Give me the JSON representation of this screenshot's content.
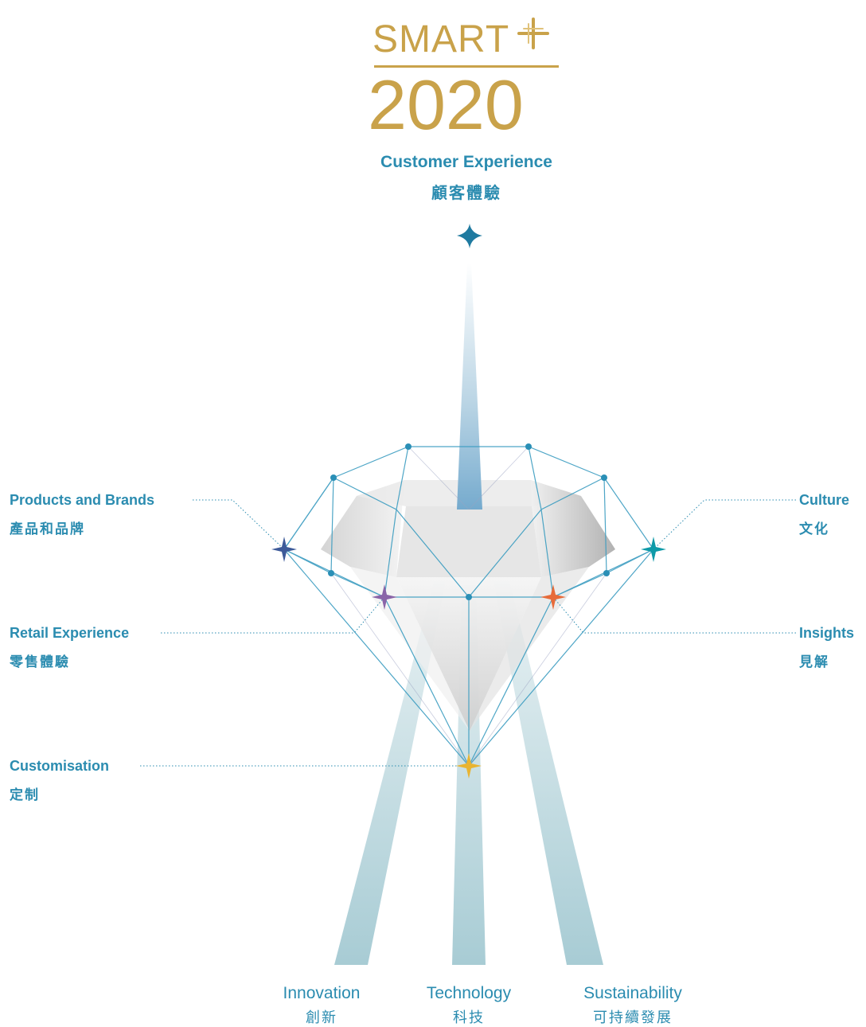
{
  "logo": {
    "word": "SMART",
    "year": "2020",
    "color": "#c9a24a"
  },
  "top_pillar": {
    "en": "Customer Experience",
    "zh": "顧客體驗",
    "icon": "sparkle-star-icon",
    "color": "#1f7aa0"
  },
  "left_labels": [
    {
      "en": "Products and Brands",
      "zh": "產品和品牌",
      "icon": "plus-star-icon",
      "color": "#3d5a99"
    },
    {
      "en": "Retail Experience",
      "zh": "零售體驗",
      "icon": "plus-star-icon",
      "color": "#8a64a8"
    },
    {
      "en": "Customisation",
      "zh": "定制",
      "icon": "plus-star-icon",
      "color": "#e9b431"
    }
  ],
  "right_labels": [
    {
      "en": "Culture",
      "zh": "文化",
      "icon": "plus-star-icon",
      "color": "#0e9aa8"
    },
    {
      "en": "Insights",
      "zh": "見解",
      "icon": "plus-star-icon",
      "color": "#e76b3a"
    }
  ],
  "base_pillars": [
    {
      "en": "Innovation",
      "zh": "創新"
    },
    {
      "en": "Technology",
      "zh": "科技"
    },
    {
      "en": "Sustainability",
      "zh": "可持續發展"
    }
  ],
  "colors": {
    "text": "#2b8cb0",
    "wire": "#3a9cc0",
    "beam": "#a9cfd8",
    "gold": "#c9a24a"
  }
}
